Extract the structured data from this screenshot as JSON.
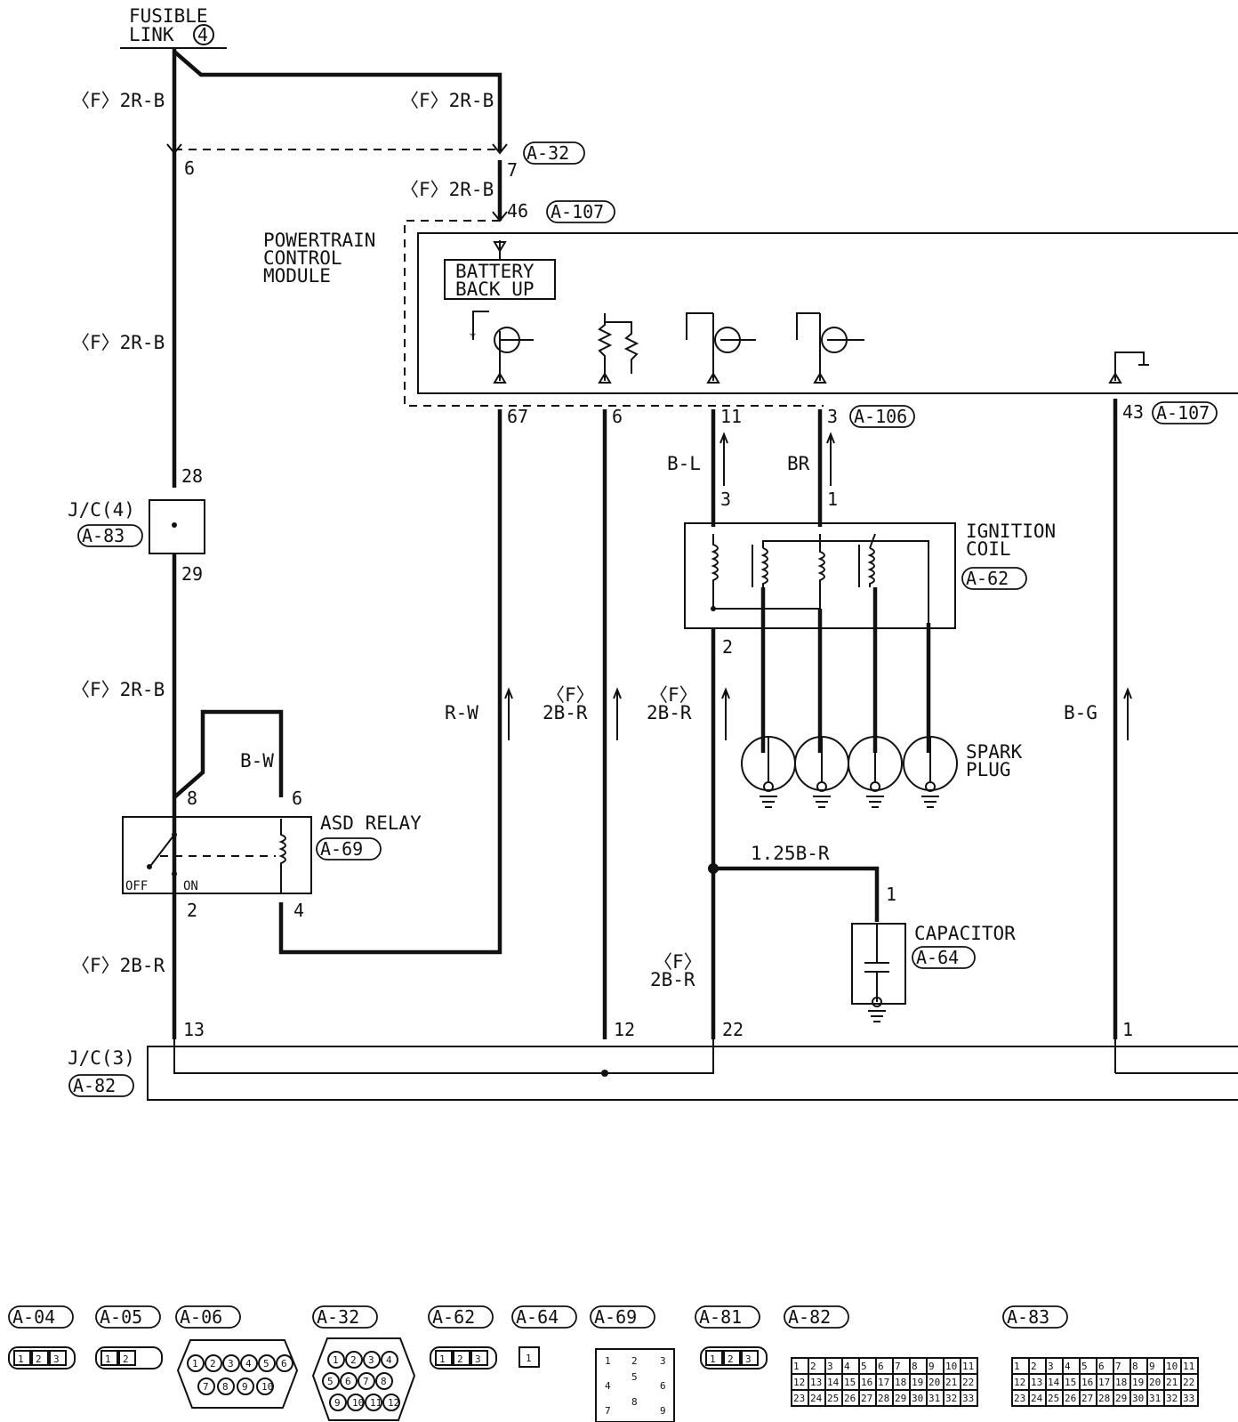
{
  "header": {
    "fusible_line1": "FUSIBLE",
    "fusible_line2": "LINK",
    "fusible_num": "4"
  },
  "wires": {
    "f2rb": "〈F〉2R-B",
    "f2br": "〈F〉2B-R",
    "f_top": "〈F〉",
    "two_b_r": "2B-R",
    "rw": "R-W",
    "bl": "B-L",
    "br": "BR",
    "bw": "B-W",
    "bg": "B-G",
    "b125": "1.25B-R"
  },
  "components": {
    "pcm_l1": "POWERTRAIN",
    "pcm_l2": "CONTROL",
    "pcm_l3": "MODULE",
    "batt_l1": "BATTERY",
    "batt_l2": "BACK UP",
    "coil_l1": "IGNITION",
    "coil_l2": "COIL",
    "spark_l1": "SPARK",
    "spark_l2": "PLUG",
    "asd": "ASD RELAY",
    "off": "OFF",
    "on": "ON",
    "cap": "CAPACITOR",
    "jc4": "J/C(4)",
    "jc3": "J/C(3)"
  },
  "connector_tags": {
    "a32": "A-32",
    "a107": "A-107",
    "a106": "A-106",
    "a62": "A-62",
    "a83": "A-83",
    "a69": "A-69",
    "a64": "A-64",
    "a82": "A-82"
  },
  "pins": {
    "p6": "6",
    "p7": "7",
    "p46": "46",
    "p67": "67",
    "p11": "11",
    "p3": "3",
    "p43": "43",
    "p28": "28",
    "p29": "29",
    "p1": "1",
    "p2": "2",
    "p8": "8",
    "p4": "4",
    "p13": "13",
    "p12": "12",
    "p22": "22"
  },
  "legend": {
    "tags": [
      "A-04",
      "A-05",
      "A-06",
      "A-32",
      "A-62",
      "A-64",
      "A-69",
      "A-81",
      "A-82",
      "A-83"
    ],
    "three_pin": [
      "1",
      "2",
      "3"
    ],
    "two_pin": [
      "1",
      "2"
    ],
    "a06_pins": [
      "1",
      "2",
      "3",
      "4",
      "5",
      "6",
      "7",
      "8",
      "9",
      "10"
    ],
    "a32_pins": [
      "1",
      "2",
      "3",
      "4",
      "5",
      "6",
      "7",
      "8",
      "9",
      "10",
      "11",
      "12"
    ],
    "a64_pin": "1",
    "a69_pins": [
      "1",
      "2",
      "3",
      "4",
      "5",
      "6",
      "7",
      "8",
      "9"
    ],
    "grid_33": [
      "1",
      "2",
      "3",
      "4",
      "5",
      "6",
      "7",
      "8",
      "9",
      "10",
      "11",
      "12",
      "13",
      "14",
      "15",
      "16",
      "17",
      "18",
      "19",
      "20",
      "21",
      "22",
      "23",
      "24",
      "25",
      "26",
      "27",
      "28",
      "29",
      "30",
      "31",
      "32",
      "33"
    ]
  }
}
